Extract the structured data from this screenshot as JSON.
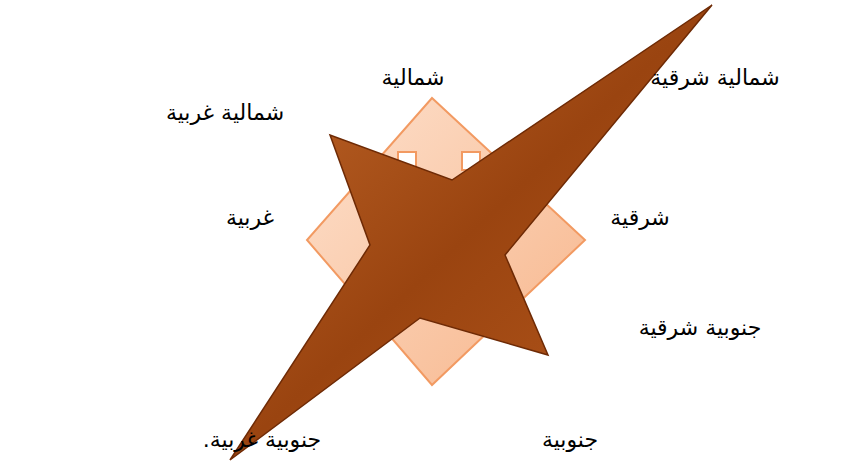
{
  "diagram": {
    "labels": [
      "شمالية",
      "شمالية شرقية",
      "شمالية غربية",
      "غربية",
      "شرقية",
      "جنوبية شرقية",
      "جنوبية",
      "جنوبية غربية."
    ]
  }
}
